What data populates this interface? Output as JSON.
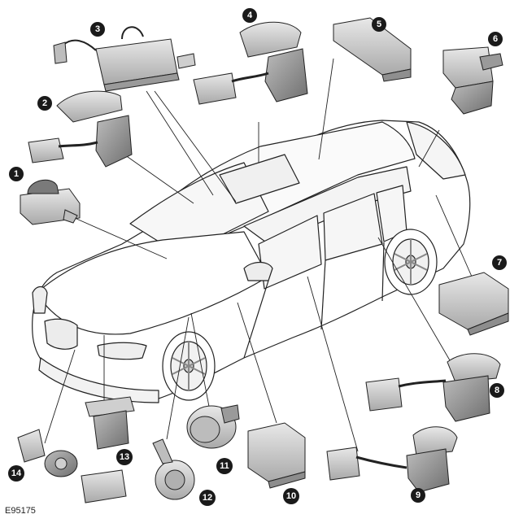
{
  "figure_ref": "E95175",
  "callouts": [
    {
      "number": "1"
    },
    {
      "number": "2"
    },
    {
      "number": "3"
    },
    {
      "number": "4"
    },
    {
      "number": "5"
    },
    {
      "number": "6"
    },
    {
      "number": "7"
    },
    {
      "number": "8"
    },
    {
      "number": "9"
    },
    {
      "number": "10"
    },
    {
      "number": "11"
    },
    {
      "number": "12"
    },
    {
      "number": "13"
    },
    {
      "number": "14"
    }
  ],
  "colors": {
    "callout_fill": "#1a1a1a",
    "callout_text": "#ffffff",
    "line": "#222222",
    "component_fill": "#d9d9d9",
    "component_dark": "#8c8c8c",
    "car_fill": "#ffffff"
  }
}
